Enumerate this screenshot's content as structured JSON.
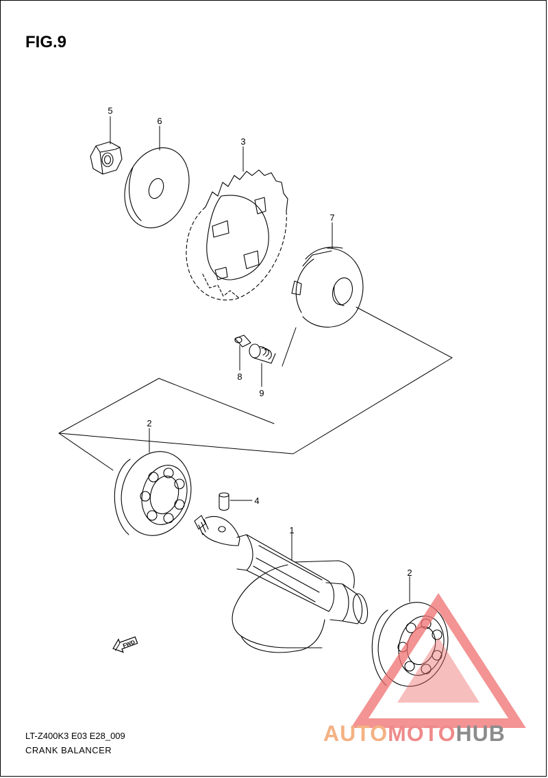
{
  "figure": {
    "title": "FIG.9",
    "code": "LT-Z400K3 E03 E28_009",
    "caption": "CRANK BALANCER"
  },
  "callouts": [
    {
      "id": "part-5",
      "label": "5"
    },
    {
      "id": "part-6",
      "label": "6"
    },
    {
      "id": "part-3",
      "label": "3"
    },
    {
      "id": "part-7",
      "label": "7"
    },
    {
      "id": "part-8",
      "label": "8"
    },
    {
      "id": "part-9",
      "label": "9"
    },
    {
      "id": "part-2-left",
      "label": "2"
    },
    {
      "id": "part-4",
      "label": "4"
    },
    {
      "id": "part-1",
      "label": "1"
    },
    {
      "id": "part-2-right",
      "label": "2"
    }
  ],
  "fwd_marker": "FWD",
  "watermark": {
    "part_a": "AUTO",
    "part_b": "MOTO",
    "part_c": "HUB",
    "colors": {
      "a": "#f4b183",
      "b": "#ef8a8a",
      "c": "#8c8c8c",
      "triangle": "#ef7070"
    }
  }
}
